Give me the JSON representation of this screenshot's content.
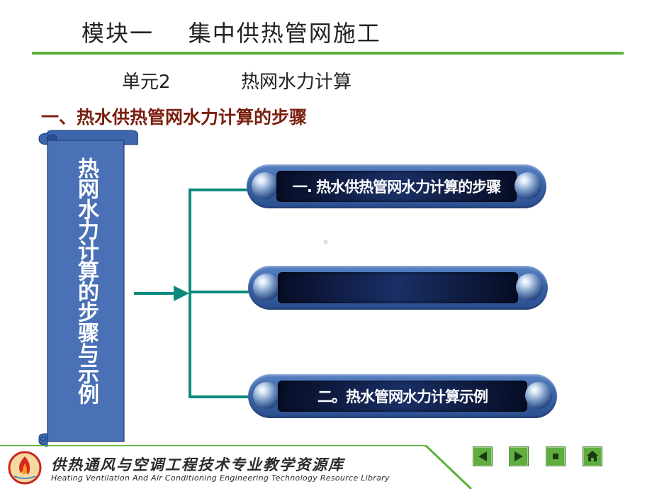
{
  "header": {
    "module_title": "模块一    集中供热管网施工",
    "unit_label": "单元2",
    "unit_name": "热网水力计算"
  },
  "section_heading": "一、热水供热管网水力计算的步骤",
  "scroll": {
    "text": "热网水力计算的步骤与示例",
    "color": "#4a70b6"
  },
  "diagram": {
    "items": [
      {
        "label": "一. 热水供热管网水力计算的步骤"
      },
      {
        "label": ""
      },
      {
        "label": "二。热水管网水力计算示例"
      }
    ],
    "connector_color": "#0c8a7c"
  },
  "footer": {
    "org_cn": "供热通风与空调工程技术专业教学资源库",
    "org_en": "Heating  Ventilation And Air Conditioning Engineering Technology Resource Library",
    "nav": [
      {
        "name": "prev",
        "icon": "triangle-left-icon"
      },
      {
        "name": "next",
        "icon": "triangle-right-icon"
      },
      {
        "name": "stop",
        "icon": "square-icon"
      },
      {
        "name": "home",
        "icon": "home-icon"
      }
    ],
    "accent": "#5bb13a"
  }
}
